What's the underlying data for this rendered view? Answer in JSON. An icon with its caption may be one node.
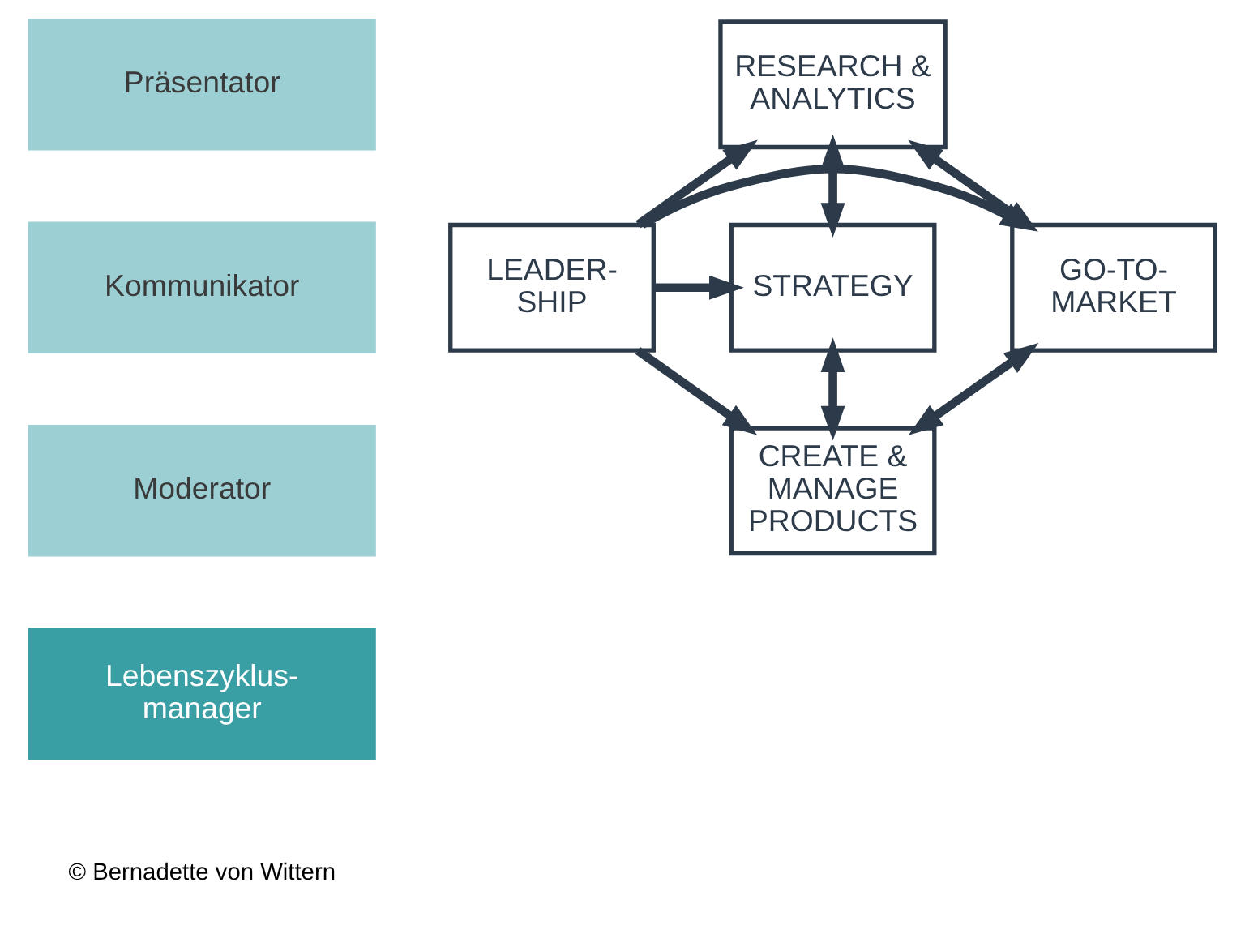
{
  "diagram": {
    "nodes": [
      {
        "text": [
          "Präsentator"
        ]
      },
      {
        "text": [
          "Kommunikator"
        ]
      },
      {
        "text": [
          "Moderator"
        ]
      },
      {
        "text": [
          "Lebenszyklus- manager"
        ]
      },
      {
        "text": [
          "RESEARCH & ANALYTICS"
        ]
      },
      {
        "text": [
          "GO-TO- MARKET"
        ]
      },
      {
        "text": [
          "LEADER- SHIP"
        ]
      },
      {
        "text": [
          "STRATEGY"
        ]
      },
      {
        "text": [
          "CREATE & MANAGE PRODUCTS"
        ]
      }
    ],
    "edges": [
      {
        "from": 5,
        "to": 4,
        "arrow": "both"
      },
      {
        "from": 4,
        "to": 7,
        "arrow": "both"
      },
      {
        "from": 6,
        "to": 4,
        "arrow": "to"
      },
      {
        "from": 6,
        "to": 5,
        "arrow": "to"
      },
      {
        "from": 6,
        "to": 7,
        "arrow": "to"
      },
      {
        "from": 6,
        "to": 8,
        "arrow": "to"
      },
      {
        "from": 5,
        "to": 8,
        "arrow": "both"
      },
      {
        "from": 7,
        "to": 8,
        "arrow": "both"
      }
    ],
    "labels": [
      "© Bernadette von Wittern"
    ]
  }
}
